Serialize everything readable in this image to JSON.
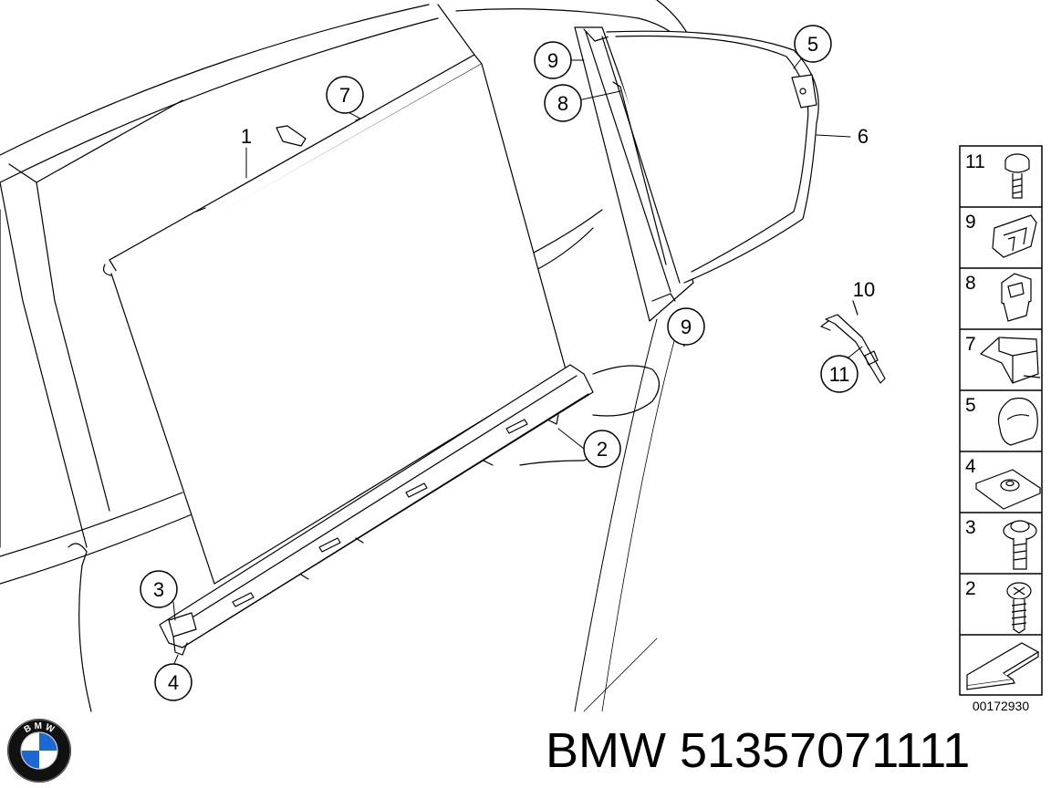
{
  "callouts": {
    "c1": "1",
    "c2": "2",
    "c3": "3",
    "c4": "4",
    "c5": "5",
    "c6": "6",
    "c7": "7",
    "c8": "8",
    "c9a": "9",
    "c9b": "9",
    "c10": "10",
    "c11": "11"
  },
  "parts_panel": {
    "items": [
      {
        "label": "11",
        "icon": "bolt-icon"
      },
      {
        "label": "9",
        "icon": "clip-icon"
      },
      {
        "label": "8",
        "icon": "nut-clip-icon"
      },
      {
        "label": "7",
        "icon": "bracket-icon"
      },
      {
        "label": "5",
        "icon": "cap-icon"
      },
      {
        "label": "4",
        "icon": "nut-plate-icon"
      },
      {
        "label": "3",
        "icon": "flange-bolt-icon"
      },
      {
        "label": "2",
        "icon": "screw-icon"
      },
      {
        "label": "",
        "icon": "arrow-icon"
      }
    ],
    "reference_number": "00172930"
  },
  "brand": {
    "logo_text": "B M W",
    "caption": "BMW 51357071111"
  }
}
